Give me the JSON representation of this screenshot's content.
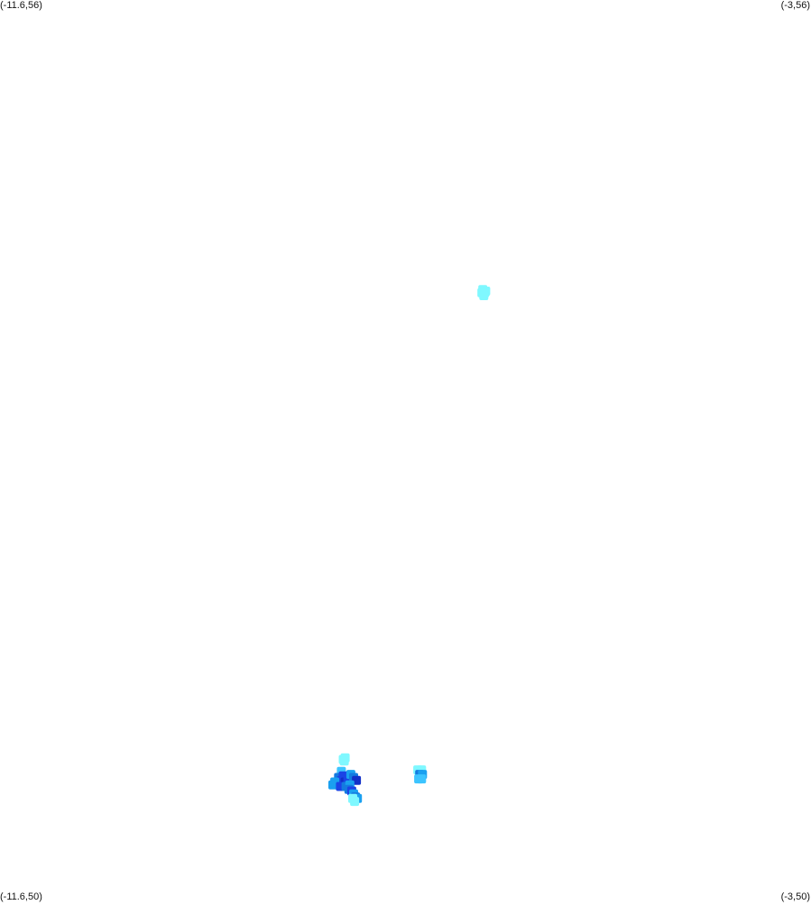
{
  "map": {
    "corners": {
      "top_left": "(-11.6,56)",
      "top_right": "(-3,56)",
      "bottom_left": "(-11.6,50)",
      "bottom_right": "(-3,50)"
    },
    "extent": {
      "lon_min": -11.6,
      "lon_max": -3,
      "lat_min": 50,
      "lat_max": 56
    },
    "intensity_colors": [
      "#7ff8ff",
      "#3cc4ff",
      "#1aa0f0",
      "#147ae0",
      "#1a44e6",
      "#1230c8"
    ],
    "cells": [
      {
        "lon": -6.48,
        "lat": 54.07,
        "level": 0
      },
      {
        "lon": -6.45,
        "lat": 54.06,
        "level": 0
      },
      {
        "lon": -6.49,
        "lat": 54.05,
        "level": 0
      },
      {
        "lon": -6.46,
        "lat": 54.05,
        "level": 0
      },
      {
        "lon": -6.47,
        "lat": 54.03,
        "level": 0
      },
      {
        "lon": -7.96,
        "lat": 50.94,
        "level": 0
      },
      {
        "lon": -7.94,
        "lat": 50.95,
        "level": 0
      },
      {
        "lon": -7.95,
        "lat": 50.93,
        "level": 0
      },
      {
        "lon": -7.98,
        "lat": 50.86,
        "level": 1
      },
      {
        "lon": -8.01,
        "lat": 50.82,
        "level": 3
      },
      {
        "lon": -7.96,
        "lat": 50.83,
        "level": 4
      },
      {
        "lon": -7.98,
        "lat": 50.8,
        "level": 4
      },
      {
        "lon": -7.94,
        "lat": 50.79,
        "level": 5
      },
      {
        "lon": -7.91,
        "lat": 50.81,
        "level": 4
      },
      {
        "lon": -7.88,
        "lat": 50.84,
        "level": 2
      },
      {
        "lon": -7.85,
        "lat": 50.82,
        "level": 3
      },
      {
        "lon": -7.82,
        "lat": 50.8,
        "level": 5
      },
      {
        "lon": -8.05,
        "lat": 50.79,
        "level": 2
      },
      {
        "lon": -8.07,
        "lat": 50.77,
        "level": 2
      },
      {
        "lon": -7.99,
        "lat": 50.76,
        "level": 4
      },
      {
        "lon": -7.93,
        "lat": 50.76,
        "level": 3
      },
      {
        "lon": -7.89,
        "lat": 50.77,
        "level": 2
      },
      {
        "lon": -7.9,
        "lat": 50.74,
        "level": 3
      },
      {
        "lon": -7.87,
        "lat": 50.73,
        "level": 4
      },
      {
        "lon": -7.85,
        "lat": 50.71,
        "level": 2
      },
      {
        "lon": -7.83,
        "lat": 50.69,
        "level": 3
      },
      {
        "lon": -7.81,
        "lat": 50.68,
        "level": 2
      },
      {
        "lon": -7.86,
        "lat": 50.68,
        "level": 0
      },
      {
        "lon": -7.84,
        "lat": 50.66,
        "level": 0
      },
      {
        "lon": -7.17,
        "lat": 50.87,
        "level": 0
      },
      {
        "lon": -7.13,
        "lat": 50.87,
        "level": 0
      },
      {
        "lon": -7.15,
        "lat": 50.84,
        "level": 3
      },
      {
        "lon": -7.12,
        "lat": 50.84,
        "level": 2
      },
      {
        "lon": -7.16,
        "lat": 50.81,
        "level": 1
      },
      {
        "lon": -7.13,
        "lat": 50.81,
        "level": 1
      }
    ]
  }
}
